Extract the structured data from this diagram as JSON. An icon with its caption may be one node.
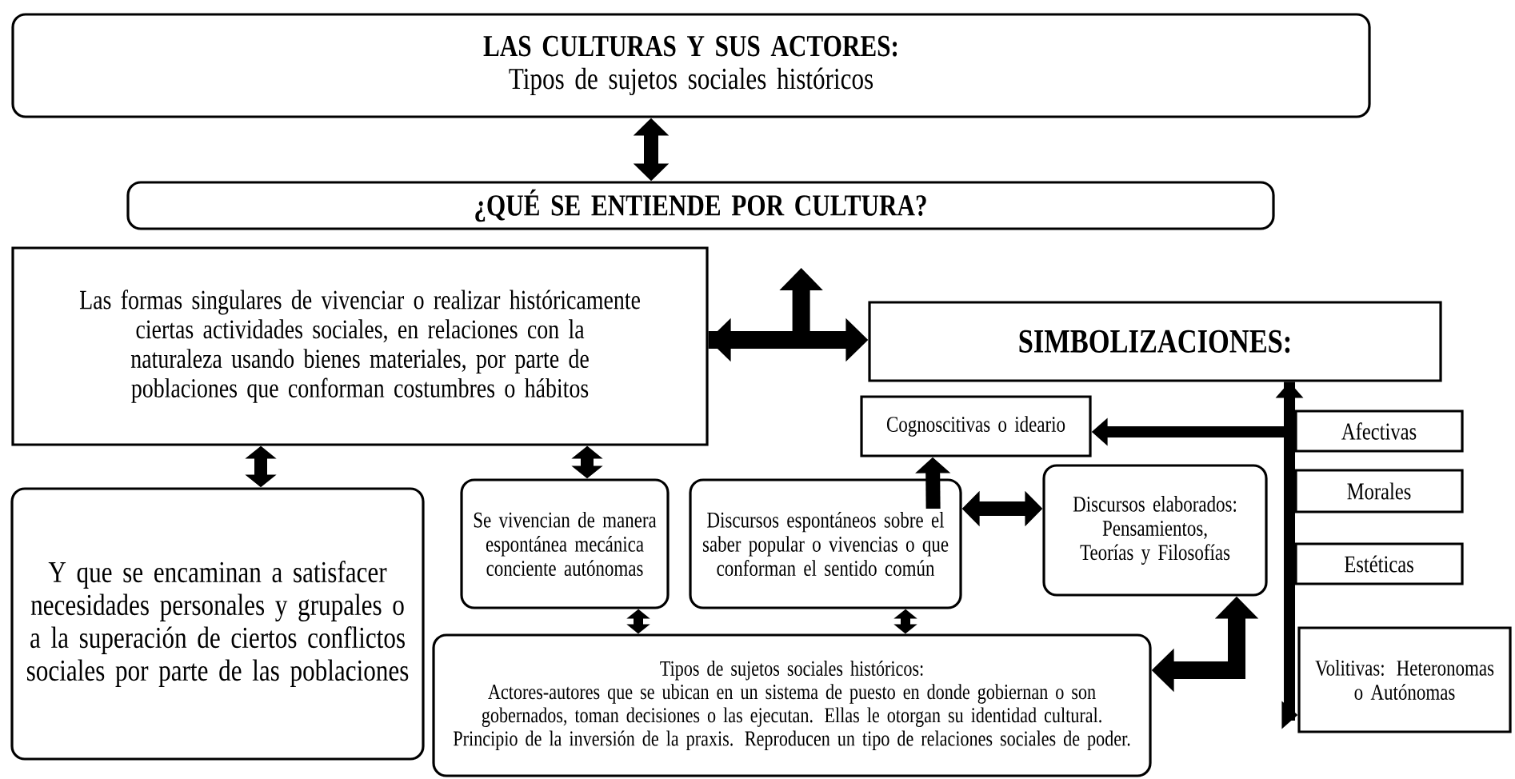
{
  "diagram": {
    "nodes": [
      {
        "text": [
          "LAS CULTURAS Y SUS ACTORES:",
          "Tipos de sujetos sociales históricos"
        ]
      },
      {
        "text": [
          "¿QUÉ SE ENTIENDE POR CULTURA?"
        ]
      },
      {
        "text": [
          "Las formas singulares de vivenciar o realizar históricamente ciertas actividades sociales, en relaciones con la naturaleza usando bienes materiales, por parte de poblaciones que conforman costumbres o hábitos"
        ]
      },
      {
        "text": [
          "SIMBOLIZACIONES:"
        ]
      },
      {
        "text": [
          "Cognoscitivas o ideario"
        ]
      },
      {
        "text": [
          "Afectivas"
        ]
      },
      {
        "text": [
          "Morales"
        ]
      },
      {
        "text": [
          "Estéticas"
        ]
      },
      {
        "text": [
          "Y que se encaminan a satisfacer necesidades personales y grupales o a la superación de ciertos conflictos sociales por parte de las poblaciones"
        ]
      },
      {
        "text": [
          "Se vivencian de manera espontánea mecánica conciente autónomas"
        ]
      },
      {
        "text": [
          "Discursos espontáneos sobre el saber popular o vivencias o que conforman el sentido común"
        ]
      },
      {
        "text": [
          "Discursos elaborados: Pensamientos, Teorías y Filosofías"
        ]
      },
      {
        "text": [
          "Tipos de sujetos sociales históricos:",
          "Actores-autores que se ubican en un sistema de puesto en donde gobiernan o son gobernados, toman decisiones o las ejecutan. Ellas le otorgan su identidad cultural. Principio de la inversión de la praxis. Reproducen un tipo de relaciones sociales de poder."
        ]
      },
      {
        "text": [
          "Volitivas: Heteronomas o Autónomas"
        ]
      }
    ],
    "edges": [
      {
        "from": 0,
        "to": 1,
        "arrow": "both"
      },
      {
        "from": 2,
        "to": 3,
        "arrow": "both"
      },
      {
        "from": 2,
        "to": null,
        "arrow": "to"
      },
      {
        "from": 2,
        "to": 8,
        "arrow": "both"
      },
      {
        "from": 2,
        "to": 9,
        "arrow": "both"
      },
      {
        "from": 9,
        "to": 12,
        "arrow": "both"
      },
      {
        "from": 10,
        "to": 12,
        "arrow": "both"
      },
      {
        "from": 10,
        "to": 11,
        "arrow": "both"
      },
      {
        "from": 10,
        "to": 4,
        "arrow": "to"
      },
      {
        "from": 12,
        "to": 11,
        "arrow": "both"
      },
      {
        "from": 3,
        "to": 4,
        "arrow": "to"
      },
      {
        "from": 3,
        "to": 13,
        "arrow": "both"
      }
    ]
  }
}
